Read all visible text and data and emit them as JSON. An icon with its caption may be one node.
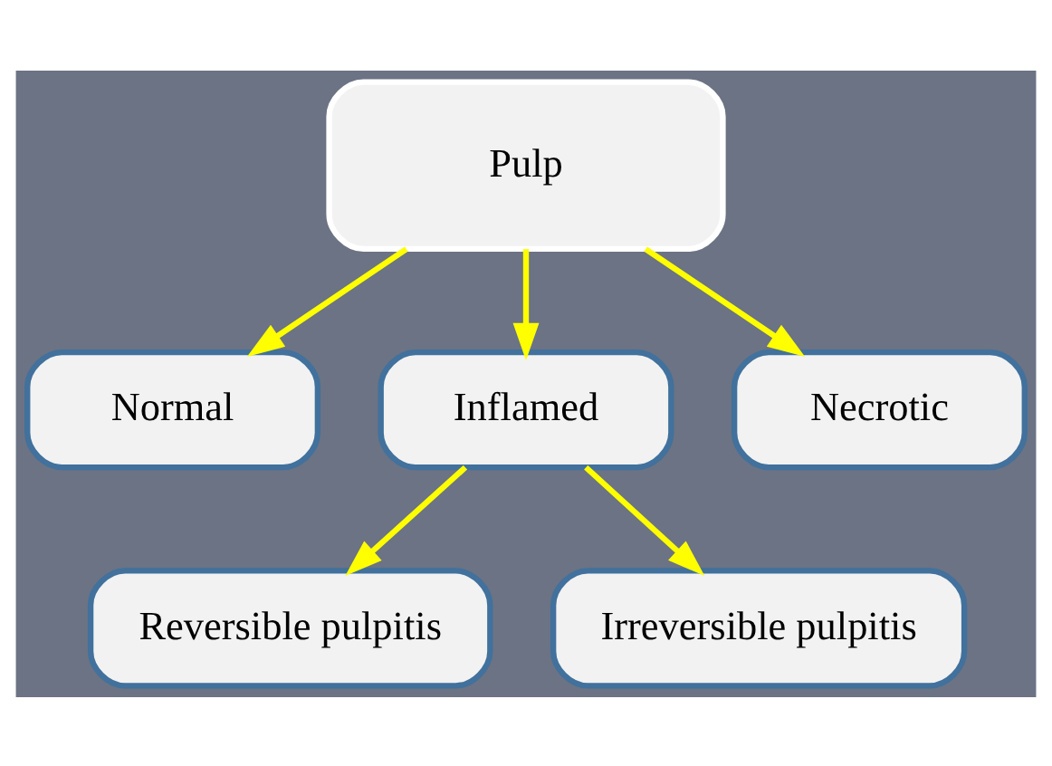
{
  "diagram": {
    "nodes": [
      {
        "text": [
          "Pulp"
        ]
      },
      {
        "text": [
          "Normal"
        ]
      },
      {
        "text": [
          "Inflamed"
        ]
      },
      {
        "text": [
          "Necrotic"
        ]
      },
      {
        "text": [
          "Reversible pulpitis"
        ]
      },
      {
        "text": [
          "Irreversible pulpitis"
        ]
      }
    ],
    "edges": [
      {
        "from": 0,
        "to": 1,
        "arrow": "to"
      },
      {
        "from": 0,
        "to": 2,
        "arrow": "to"
      },
      {
        "from": 0,
        "to": 3,
        "arrow": "to"
      },
      {
        "from": 2,
        "to": 4,
        "arrow": "to"
      },
      {
        "from": 2,
        "to": 5,
        "arrow": "to"
      }
    ]
  }
}
